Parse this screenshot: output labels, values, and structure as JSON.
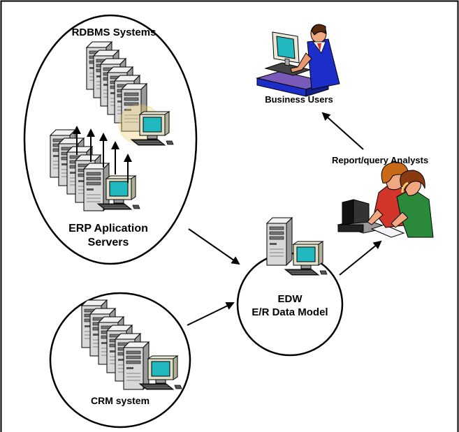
{
  "diagram": {
    "nodes": {
      "rdbms": {
        "label": "RDBMS Systems"
      },
      "erp": {
        "label_line1": "ERP Aplication",
        "label_line2": "Servers"
      },
      "crm": {
        "label": "CRM system"
      },
      "edw": {
        "label_line1": "EDW",
        "label_line2": "E/R Data Model"
      },
      "business_users": {
        "label": "Business Users"
      },
      "analysts": {
        "label": "Report/query Analysts"
      }
    },
    "edges": [
      {
        "from": "erp",
        "to": "edw"
      },
      {
        "from": "crm",
        "to": "edw"
      },
      {
        "from": "edw",
        "to": "analysts"
      },
      {
        "from": "analysts",
        "to": "business_users"
      },
      {
        "from": "erp",
        "to": "rdbms"
      }
    ],
    "colors": {
      "border": "#000000",
      "server_light": "#e8e8e8",
      "server_mid": "#c0c0c0",
      "server_dark": "#7a7a7a",
      "screen": "#22b8c0",
      "screen_frame": "#d8d8c0",
      "desk_blue": "#1c2dc8",
      "desk_purple": "#7a5ab8",
      "shirt_green": "#2a8a3a",
      "shirt_red": "#d2352a",
      "hair_orange": "#c86a18",
      "highlight_yellow": "#f5d070"
    }
  }
}
